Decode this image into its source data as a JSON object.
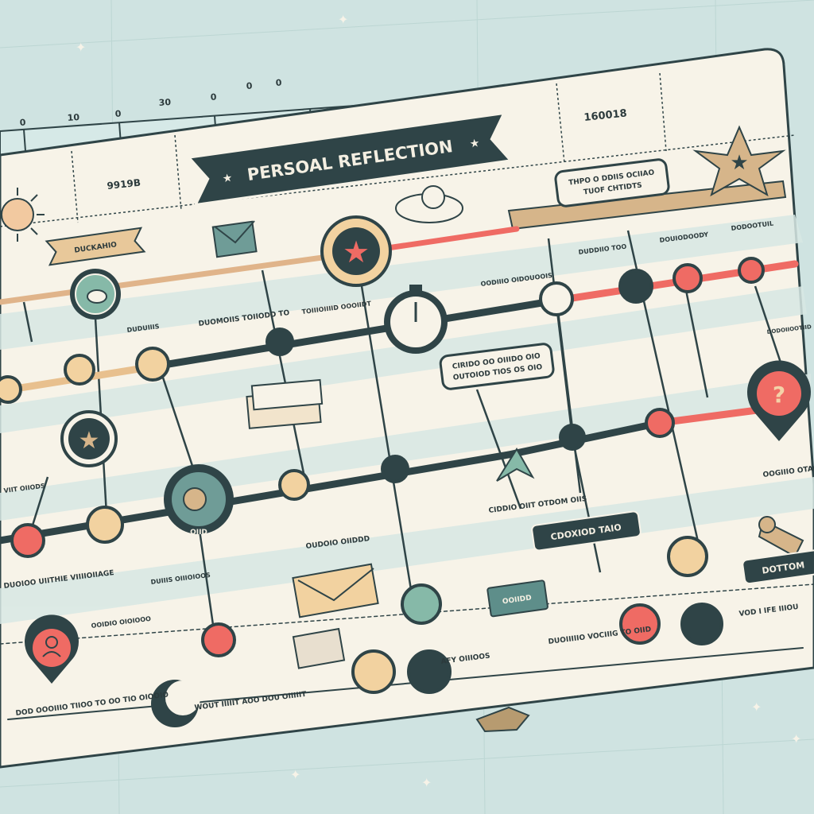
{
  "title": "PERSOAL REFLECTION",
  "colors": {
    "background": "#cfe3e1",
    "board": "#f7f3e8",
    "dark": "#2f4447",
    "red": "#ef6b64",
    "tan": "#f2d2a0",
    "teal": "#86b9a8",
    "band": "#d8e8e4"
  },
  "ruler": {
    "ticks": [
      "0",
      "10",
      "0",
      "30",
      "0",
      "0",
      "0"
    ]
  },
  "header": {
    "left_code": "9919B",
    "right_code": "160018"
  },
  "callouts": {
    "top_right": [
      "THPO O DDIIS OCIIAO",
      "TUOF CHTIDTS"
    ],
    "middle": [
      "CIRIDO OO OIIIDO OIO",
      "OUTOIOD TIOS OS OIO"
    ]
  },
  "banners": {
    "left": "DUCKAHIO"
  },
  "buttons": {
    "tag1": "CDOXIOD TAIO",
    "tag2": "DOTTOM",
    "tag3": "OOIIDD",
    "red_node": "OIID"
  },
  "labels": [
    "DUDUIIIS",
    "DUOMOIIS TOIIODD TO",
    "TOIIIOIIIID OOOIIDT",
    "OODIIIO OIDOUOOIS",
    "DUDDIIO TOO",
    "DOUIODOODY",
    "DODOOTUIL",
    "DODOIIOOTIID",
    "VIIT OIIODS",
    "DUOIOO UIITHIE VIIIIOIIAGE",
    "DUIIIS OIIIOIOOS",
    "OUDOIO OIIDDD",
    "CIDDIO OIIT OTDOM OIIS",
    "OOGIIIO OTACIIIIIG TOU OIIS",
    "AFY OIIIOOS",
    "DUOIIIIIO VOCIIIG TO OIID",
    "VOD I IFE IIIOU",
    "WOUT IIIIIT AOO DOU OIIIIIT",
    "DOD OOOIIIO TIIOO TO OO TIO OIOOIO",
    "OOIDIO OIOIOOO"
  ]
}
